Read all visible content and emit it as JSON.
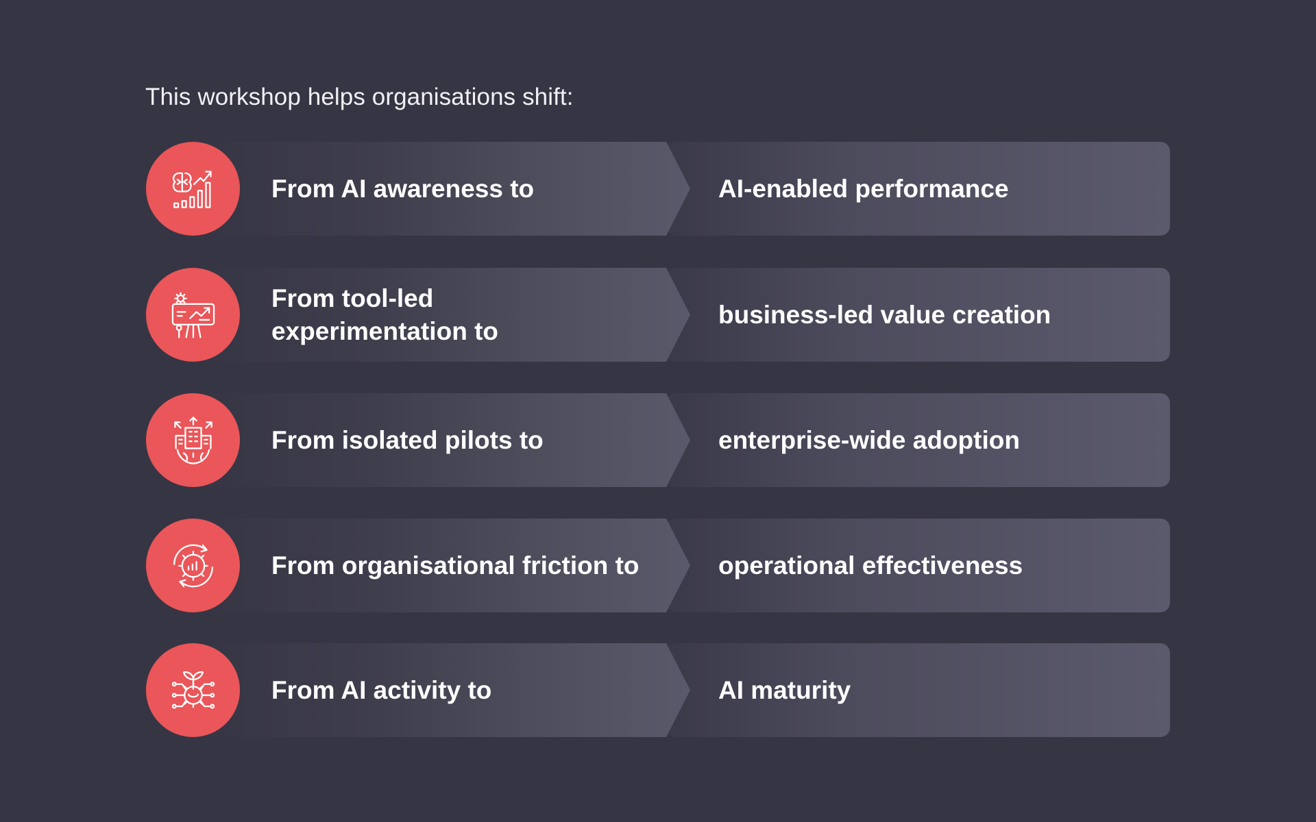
{
  "intro": "This workshop helps organisations shift:",
  "accent_color": "#ea5659",
  "rows": [
    {
      "icon": "brain-growth-chart-icon",
      "from": "From AI awareness to",
      "to": "AI-enabled performance"
    },
    {
      "icon": "presentation-board-gear-icon",
      "from": "From tool-led experimentation to",
      "to": "business-led value creation"
    },
    {
      "icon": "building-globe-expansion-icon",
      "from": "From isolated pilots to",
      "to": "enterprise-wide adoption"
    },
    {
      "icon": "gear-chart-cycle-icon",
      "from": "From organisational friction to",
      "to": "operational effectiveness"
    },
    {
      "icon": "plant-gear-network-icon",
      "from": "From AI activity to",
      "to": "AI maturity"
    }
  ]
}
